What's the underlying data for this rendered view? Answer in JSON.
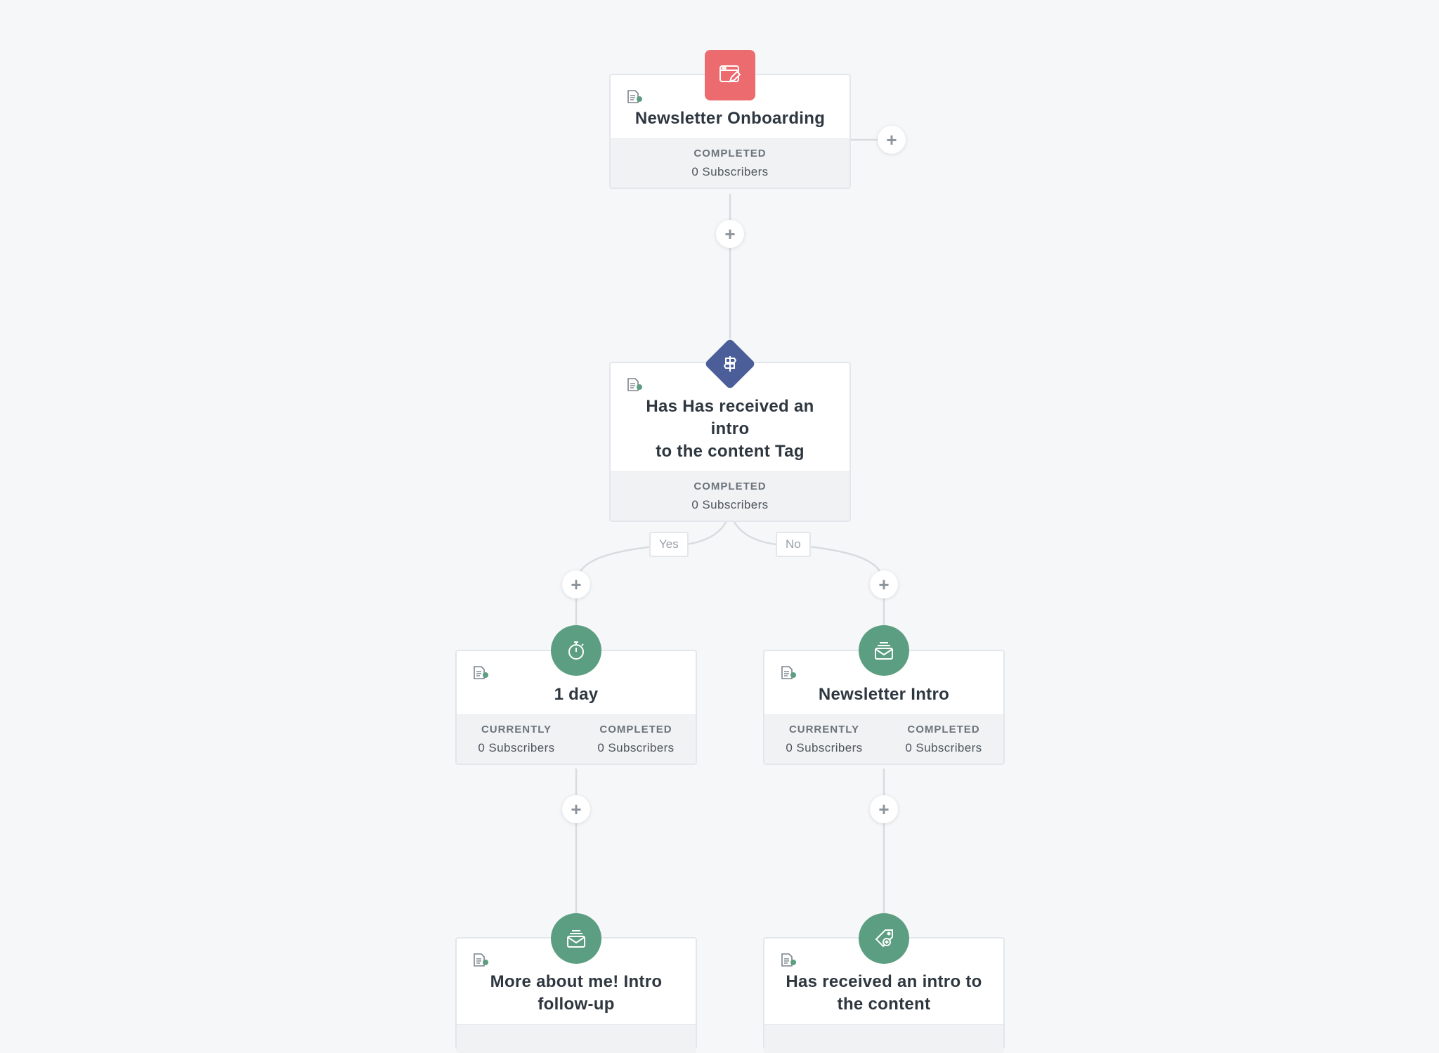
{
  "colors": {
    "background": "#f6f7f9",
    "trigger_badge": "#ec6b6f",
    "condition_badge": "#4b5e99",
    "action_badge": "#5c9e82",
    "connector": "#d9dcdf"
  },
  "trigger": {
    "icon": "form-edit-icon",
    "title": "Newsletter Onboarding",
    "stat_label": "COMPLETED",
    "stat_value": "0 Subscribers"
  },
  "condition": {
    "icon": "signpost-icon",
    "title_line1": "Has Has received an intro",
    "title_line2": "to the content Tag",
    "stat_label": "COMPLETED",
    "stat_value": "0 Subscribers",
    "branch_yes": "Yes",
    "branch_no": "No"
  },
  "delay_node": {
    "icon": "stopwatch-icon",
    "title": "1 day",
    "currently_label": "CURRENTLY",
    "currently_value": "0 Subscribers",
    "completed_label": "COMPLETED",
    "completed_value": "0 Subscribers"
  },
  "email_node": {
    "icon": "envelope-stack-icon",
    "title": "Newsletter Intro",
    "currently_label": "CURRENTLY",
    "currently_value": "0 Subscribers",
    "completed_label": "COMPLETED",
    "completed_value": "0 Subscribers"
  },
  "followup_node": {
    "icon": "envelope-stack-icon",
    "title_line1": "More about me! Intro",
    "title_line2": "follow-up"
  },
  "tag_node": {
    "icon": "tag-add-icon",
    "title_line1": "Has received an intro to",
    "title_line2": "the content"
  },
  "add_step_symbol": "+"
}
